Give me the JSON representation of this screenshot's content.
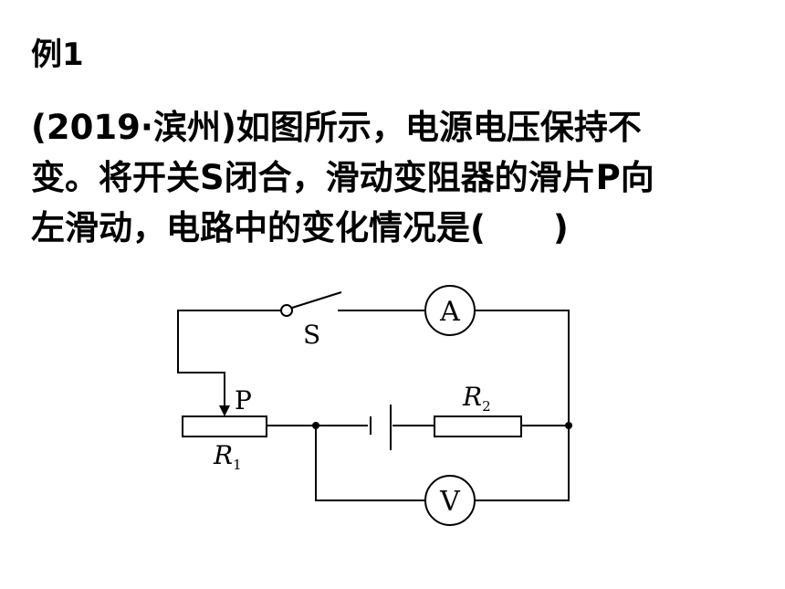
{
  "heading": "例1",
  "question": {
    "lines": [
      "(2019·滨州)如图所示，电源电压保持不",
      "变。将开关S闭合，滑动变阻器的滑片P向",
      "左滑动，电路中的变化情况是(　　)"
    ]
  },
  "circuit": {
    "ammeter_label": "A",
    "voltmeter_label": "V",
    "switch_label": "S",
    "slider_label": "P",
    "r1": {
      "letter": "R",
      "sub": "1"
    },
    "r2": {
      "letter": "R",
      "sub": "2"
    }
  }
}
